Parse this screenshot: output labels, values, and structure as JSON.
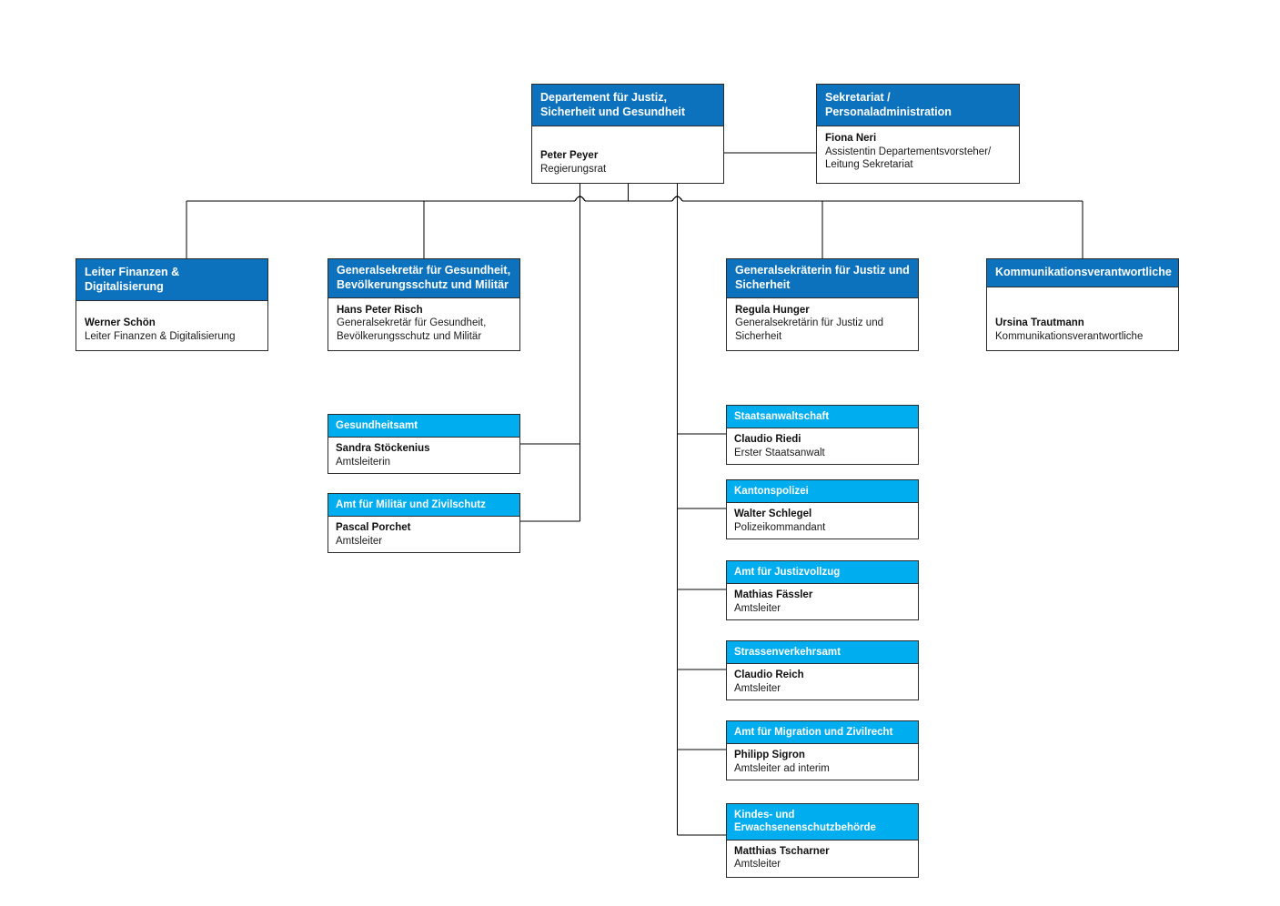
{
  "chart_title": "Departement für Justiz, Sicherheit und Gesundheit",
  "colors": {
    "header_dark_blue": "#0C72BE",
    "header_light_blue": "#00ADEF",
    "box_fill": "#FFFFFF",
    "border": "#2B2B2B",
    "connector": "#000000",
    "text": "#1A1A1A",
    "header_text": "#FFFFFF"
  },
  "nodes": {
    "department": {
      "header": "Departement für Justiz, Sicherheit und Gesundheit",
      "person": "Peter Peyer",
      "role": "Regierungsrat"
    },
    "secretariat": {
      "header": "Sekretariat / Personaladministration",
      "person": "Fiona Neri",
      "role_line1": "Assistentin Departementsvorsteher/",
      "role_line2": "Leitung Sekretariat"
    },
    "finanzen": {
      "header": "Leiter Finanzen & Digitalisierung",
      "person": "Werner Schön",
      "role": "Leiter Finanzen & Digitalisierung"
    },
    "gs_gesundheit": {
      "header": "Generalsekretär für Gesundheit, Bevölkerungsschutz und Militär",
      "person": "Hans Peter Risch",
      "role_line1": "Generalsekretär für Gesundheit,",
      "role_line2": "Bevölkerungsschutz und Militär"
    },
    "gs_justiz": {
      "header": "Generalsekräterin für Justiz und Sicherheit",
      "person": "Regula Hunger",
      "role_line1": "Generalsekretärin für Justiz und",
      "role_line2": "Sicherheit"
    },
    "kommunikation": {
      "header": "Kommunikationsverantwortliche",
      "person": "Ursina Trautmann",
      "role": "Kommunikationsverantwortliche"
    }
  },
  "offices_gesundheit": [
    {
      "header": "Gesundheitsamt",
      "person": "Sandra Stöckenius",
      "role": "Amtsleiterin"
    },
    {
      "header": "Amt für Militär und Zivilschutz",
      "person": "Pascal Porchet",
      "role": "Amtsleiter"
    }
  ],
  "offices_justiz": [
    {
      "header": "Staatsanwaltschaft",
      "person": "Claudio Riedi",
      "role": "Erster Staatsanwalt"
    },
    {
      "header": "Kantonspolizei",
      "person": "Walter Schlegel",
      "role": "Polizeikommandant"
    },
    {
      "header": "Amt für Justizvollzug",
      "person": "Mathias Fässler",
      "role": "Amtsleiter"
    },
    {
      "header": "Strassenverkehrsamt",
      "person": "Claudio Reich",
      "role": "Amtsleiter"
    },
    {
      "header": "Amt für Migration und Zivilrecht",
      "person": "Philipp Sigron",
      "role": "Amtsleiter ad interim"
    },
    {
      "header": "Kindes- und Erwachsenenschutzbehörde",
      "person": "Matthias Tscharner",
      "role": "Amtsleiter"
    }
  ]
}
